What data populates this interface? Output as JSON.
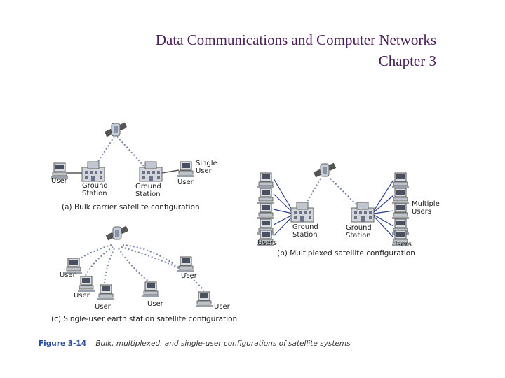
{
  "header": {
    "title_line1": "Data Communications and Computer Networks",
    "title_line2": "Chapter 3"
  },
  "figure": {
    "panel_a": {
      "caption": "(a) Bulk carrier satellite configuration",
      "user_left": "User",
      "ground_station_left_1": "Ground",
      "ground_station_left_2": "Station",
      "ground_station_right_1": "Ground",
      "ground_station_right_2": "Station",
      "single_user_1": "Single",
      "single_user_2": "User",
      "user_right": "User"
    },
    "panel_b": {
      "caption": "(b) Multiplexed satellite configuration",
      "users_left": "Users",
      "ground_station_left_1": "Ground",
      "ground_station_left_2": "Station",
      "ground_station_right_1": "Ground",
      "ground_station_right_2": "Station",
      "multiple_users_1": "Multiple",
      "multiple_users_2": "Users",
      "users_right": "Users"
    },
    "panel_c": {
      "caption": "(c) Single-user earth station satellite configuration",
      "users": [
        "User",
        "User",
        "User",
        "User",
        "User",
        "User"
      ]
    },
    "caption_number": "Figure 3-14",
    "caption_text": "Bulk, multiplexed, and single-user configurations of satellite systems"
  }
}
